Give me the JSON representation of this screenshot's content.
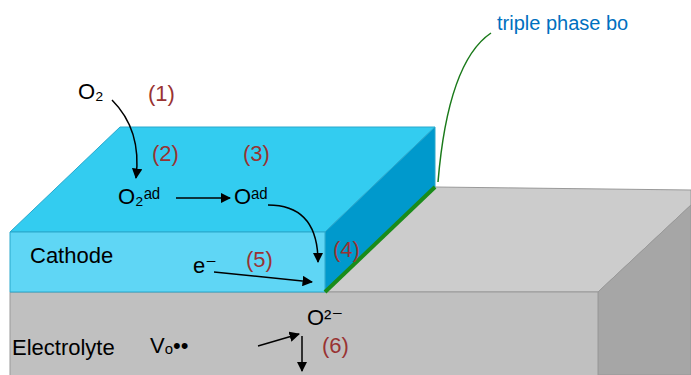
{
  "diagram": {
    "nodes": [
      {
        "text": [
          "Cathode"
        ]
      },
      {
        "text": [
          "Electrolyte"
        ]
      }
    ],
    "labels": [
      "triple phase bo",
      "O₂",
      "(1)",
      "(2)",
      "(3)",
      "O₂ᵃᵈ",
      "Oᵃᵈ",
      "(4)",
      "e⁻",
      "(5)",
      "Vₒ••",
      "O²⁻",
      "(6)"
    ]
  }
}
